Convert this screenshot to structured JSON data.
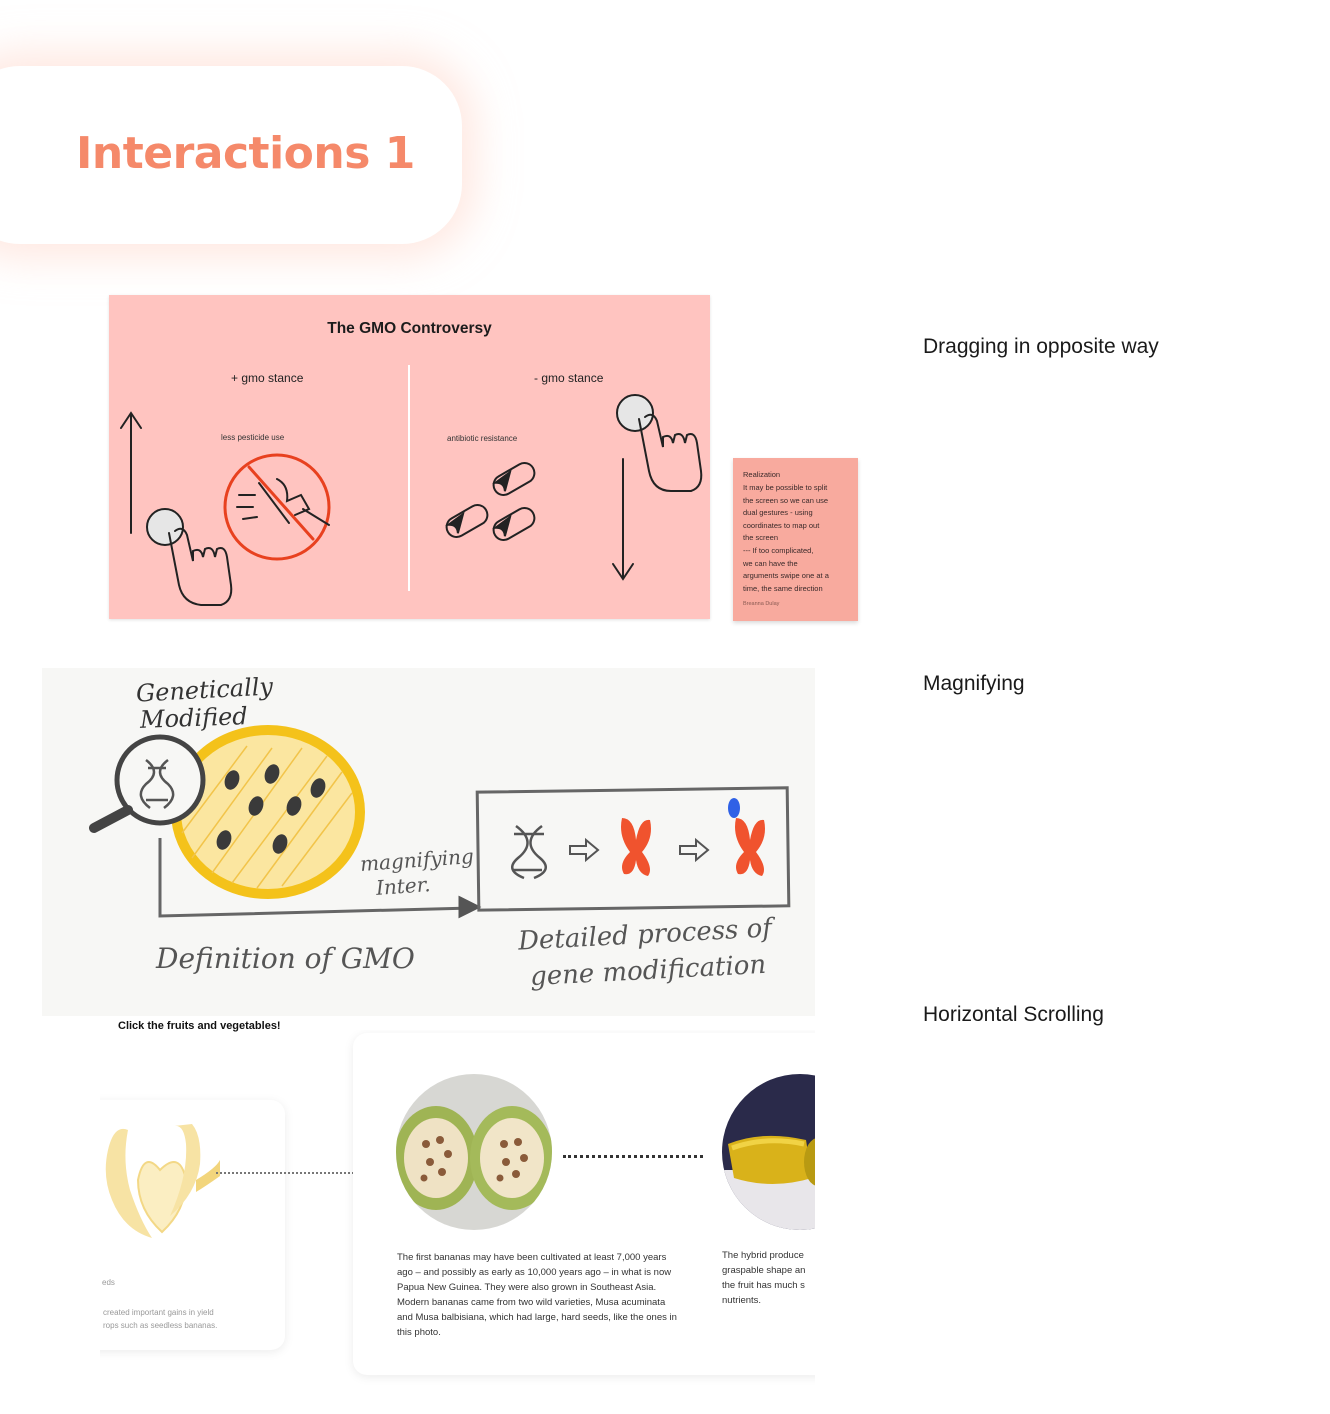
{
  "header": {
    "title": "Interactions 1"
  },
  "captions": {
    "first": "Dragging in opposite way",
    "second": "Magnifying",
    "third": "Horizontal Scrolling"
  },
  "slide1": {
    "title": "The GMO Controversy",
    "left_stance": "+ gmo stance",
    "right_stance": "- gmo stance",
    "left_item": "less pesticide use",
    "right_item": "antibiotic resistance"
  },
  "sticky_note": {
    "title": "Realization",
    "body": "It may be possible to split\nthe screen so we can use\ndual gestures - using\ncoordinates to map out\nthe screen\n--- If too complicated,\nwe can have the\narguments swipe one at a\ntime, the same direction",
    "author": "Breanna Dulay"
  },
  "sketch": {
    "label_top_line1": "Genetically",
    "label_top_line2": "Modified",
    "arrow_label_line1": "magnifying",
    "arrow_label_line2": "Inter.",
    "caption_left": "Definition of GMO",
    "caption_right_line1": "Detailed process of",
    "caption_right_line2": "gene modification"
  },
  "scroll_section": {
    "title": "Click the fruits and vegetables!",
    "left_card_heading": "eds",
    "left_card_text_line1": "created important gains in yield",
    "left_card_text_line2": "rops such as seedless bananas.",
    "center_card_text": "The first bananas may have been cultivated at least 7,000 years ago – and possibly as early as 10,000 years ago – in what is now Papua New Guinea. They were also grown in Southeast Asia. Modern bananas came from two wild varieties, Musa acuminata and Musa balbisiana, which had large, hard seeds, like the ones in this photo.",
    "right_card_text_line1": "The hybrid produce",
    "right_card_text_line2": "graspable shape an",
    "right_card_text_line3": "the fruit has much s",
    "right_card_text_line4": "nutrients."
  },
  "colors": {
    "accent": "#f5896a",
    "slide_bg": "#ffc4c0",
    "sticky_bg": "#f8aa9e",
    "chromosome": "#f0532e",
    "fruit_yellow": "#f4c21a"
  }
}
